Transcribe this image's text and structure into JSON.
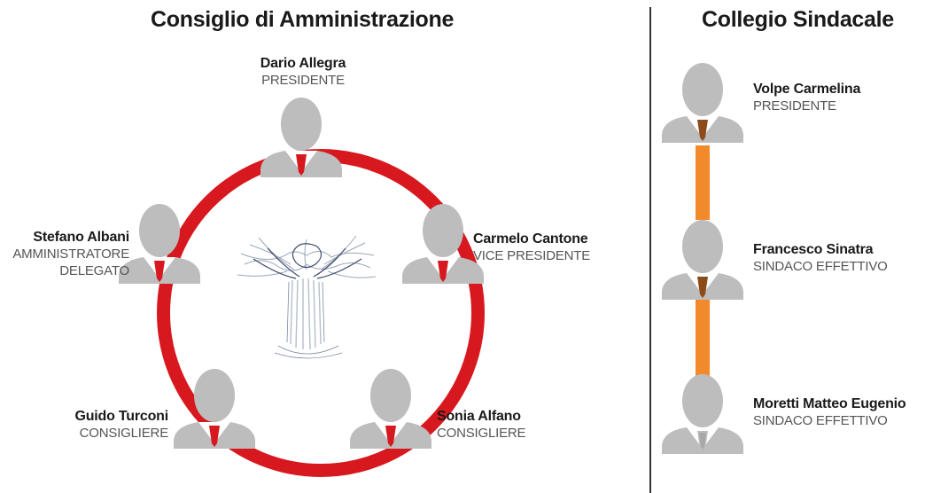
{
  "board": {
    "title": "Consiglio di Amministrazione",
    "accent_color": "#d7191f",
    "members": [
      {
        "name": "Dario Allegra",
        "role": "PRESIDENTE"
      },
      {
        "name": "Carmelo Cantone",
        "role": "VICE PRESIDENTE"
      },
      {
        "name": "Sonia Alfano",
        "role": "CONSIGLIERE"
      },
      {
        "name": "Guido Turconi",
        "role": "CONSIGLIERE"
      },
      {
        "name": "Stefano Albani",
        "role_line1": "AMMINISTRATORE",
        "role_line2": "DELEGATO"
      }
    ]
  },
  "auditors": {
    "title": "Collegio Sindacale",
    "accent_color": "#f28a2b",
    "members": [
      {
        "name": "Volpe Carmelina",
        "role": "PRESIDENTE"
      },
      {
        "name": "Francesco Sinatra",
        "role": "SINDACO EFFETTIVO"
      },
      {
        "name": "Moretti Matteo Eugenio",
        "role": "SINDACO EFFETTIVO"
      }
    ]
  },
  "icons": {
    "person": "person-silhouette-icon",
    "tree": "tree-logo-icon"
  }
}
